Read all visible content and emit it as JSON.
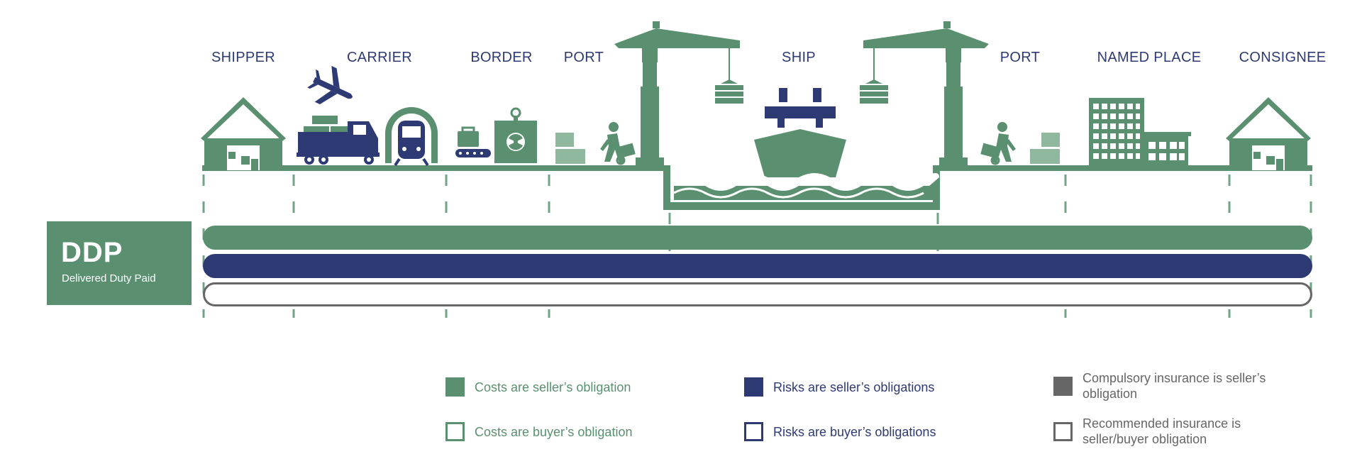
{
  "stages": [
    {
      "id": "shipper",
      "label": "SHIPPER"
    },
    {
      "id": "carrier",
      "label": "CARRIER"
    },
    {
      "id": "border",
      "label": "BORDER"
    },
    {
      "id": "port-origin",
      "label": "PORT"
    },
    {
      "id": "ship",
      "label": "SHIP"
    },
    {
      "id": "port-destination",
      "label": "PORT"
    },
    {
      "id": "named-place",
      "label": "NAMED PLACE"
    },
    {
      "id": "consignee",
      "label": "CONSIGNEE"
    }
  ],
  "term": {
    "code": "DDP",
    "name": "Delivered Duty Paid"
  },
  "legend": {
    "costs_seller": "Costs are seller’s obligation",
    "costs_buyer": "Costs are buyer’s obligation",
    "risks_seller": "Risks are seller’s obligations",
    "risks_buyer": "Risks are buyer’s obligations",
    "insurance_compulsory": "Compulsory insurance is seller’s obligation",
    "insurance_recommended": "Recommended insurance is seller/buyer obligation"
  },
  "colors": {
    "green": "#5a9070",
    "navy": "#2e3a73",
    "gray": "#666666"
  },
  "icons": [
    "warehouse-icon",
    "airplane-icon",
    "truck-icon",
    "train-icon",
    "luggage-scanner-icon",
    "radiation-crate-icon",
    "stacked-crates-icon",
    "worker-hand-truck-icon",
    "crane-icon",
    "container-icon",
    "ship-icon",
    "waves-icon",
    "office-building-icon"
  ]
}
